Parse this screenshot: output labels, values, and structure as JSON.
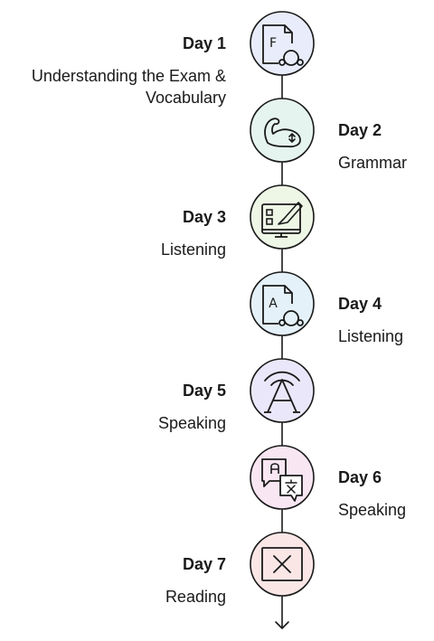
{
  "timeline": {
    "steps": [
      {
        "day": "Day 1",
        "topic": "Understanding the Exam & Vocabulary",
        "side": "left",
        "icon": "document-headphones-icon",
        "fill": "#e8ecfb"
      },
      {
        "day": "Day 2",
        "topic": "Grammar",
        "side": "right",
        "icon": "flexed-arm-icon",
        "fill": "#e6f4ef"
      },
      {
        "day": "Day 3",
        "topic": "Listening",
        "side": "left",
        "icon": "screen-checklist-pencil-icon",
        "fill": "#eef6e6"
      },
      {
        "day": "Day 4",
        "topic": "Listening",
        "side": "right",
        "icon": "document-headphones-icon",
        "fill": "#e4f1f8"
      },
      {
        "day": "Day 5",
        "topic": "Speaking",
        "side": "left",
        "icon": "letter-a-broadcast-icon",
        "fill": "#ebe7fa"
      },
      {
        "day": "Day 6",
        "topic": "Speaking",
        "side": "right",
        "icon": "translate-bubbles-icon",
        "fill": "#f9e6f3"
      },
      {
        "day": "Day 7",
        "topic": "Reading",
        "side": "left",
        "icon": "close-box-icon",
        "fill": "#fbe6e6"
      }
    ]
  }
}
